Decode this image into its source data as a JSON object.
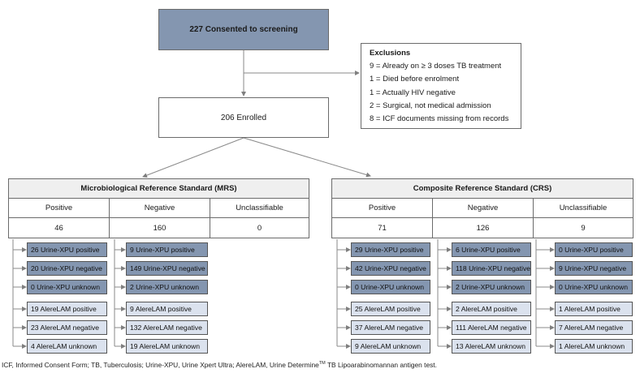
{
  "consented": "227 Consented to screening",
  "enrolled": "206 Enrolled",
  "exclusions": {
    "title": "Exclusions",
    "items": [
      "9 = Already on ≥ 3 doses TB treatment",
      "1 = Died before enrolment",
      "1 = Actually HIV negative",
      "2 = Surgical, not medical admission",
      "8 = ICF documents missing from records"
    ]
  },
  "mrs": {
    "title": "Microbiological Reference Standard (MRS)",
    "headers": [
      "Positive",
      "Negative",
      "Unclassifiable"
    ],
    "counts": [
      "46",
      "160",
      "0"
    ],
    "positive": [
      "26 Urine-XPU positive",
      "20 Urine-XPU negative",
      "0 Urine-XPU unknown",
      "19 AlereLAM positive",
      "23 AlereLAM negative",
      "4 AlereLAM unknown"
    ],
    "negative": [
      "9 Urine-XPU positive",
      "149 Urine-XPU negative",
      "2 Urine-XPU unknown",
      "9 AlereLAM positive",
      "132 AlereLAM negative",
      "19 AlereLAM unknown"
    ]
  },
  "crs": {
    "title": "Composite Reference Standard (CRS)",
    "headers": [
      "Positive",
      "Negative",
      "Unclassifiable"
    ],
    "counts": [
      "71",
      "126",
      "9"
    ],
    "positive": [
      "29 Urine-XPU positive",
      "42 Urine-XPU negative",
      "0 Urine-XPU unknown",
      "25 AlereLAM positive",
      "37 AlereLAM negative",
      "9 AlereLAM unknown"
    ],
    "negative": [
      "6 Urine-XPU positive",
      "118 Urine-XPU negative",
      "2 Urine-XPU unknown",
      "2 AlereLAM positive",
      "111 AlereLAM negative",
      "13 AlereLAM unknown"
    ],
    "unclassifiable": [
      "0 Urine-XPU positive",
      "9 Urine-XPU negative",
      "0 Urine-XPU unknown",
      "1 AlereLAM positive",
      "7 AlereLAM negative",
      "1 AlereLAM unknown"
    ]
  },
  "footnote": {
    "before": "ICF, Informed Consent Form; TB, Tuberculosis; Urine-XPU, Urine Xpert Ultra; AlereLAM, Urine Determine",
    "tm": "TM",
    "after": " TB Lipoarabinomannan antigen test."
  }
}
